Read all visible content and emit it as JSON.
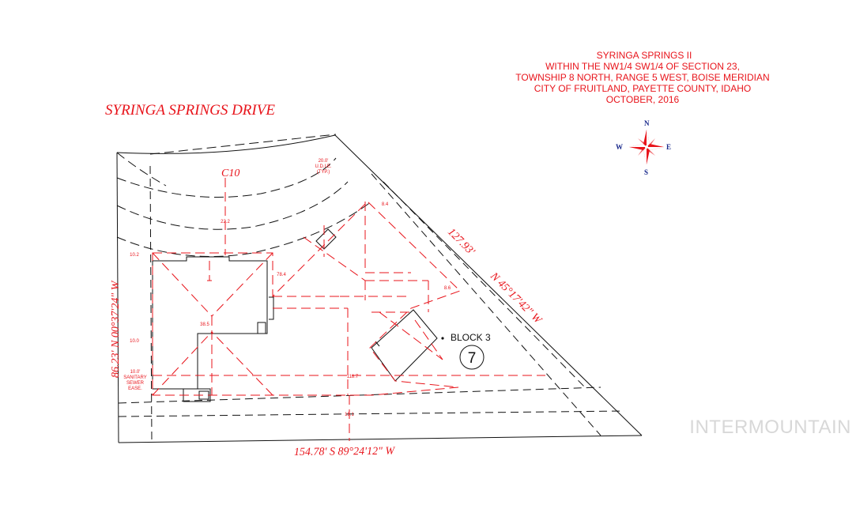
{
  "title_block": {
    "lines": [
      "SYRINGA SPRINGS II",
      "WITHIN THE NW1/4 SW1/4 OF SECTION 23,",
      "TOWNSHIP 8 NORTH, RANGE 5 WEST, BOISE MERIDIAN",
      "CITY OF FRUITLAND, PAYETTE COUNTY, IDAHO",
      "OCTOBER, 2016"
    ]
  },
  "street_name": "SYRINGA SPRINGS DRIVE",
  "curve_label": "C10",
  "compass": {
    "n": "N",
    "s": "S",
    "e": "E",
    "w": "W"
  },
  "bearings": {
    "west": "86.23'  N 00°37'24\" W",
    "northeast_dist": "127.93'",
    "northeast_brg": "N 45°17'42\" W",
    "south": "154.78'  S 89°24'12\" W"
  },
  "block_label": "BLOCK 3",
  "lot_number": "7",
  "dimensions": {
    "d_222": "22.2",
    "d_84": "8.4",
    "d_102": "10.2",
    "d_784": "78.4",
    "d_86": "8.6",
    "d_385": "38.5",
    "d_100": "10.0",
    "d_1187": "118.7",
    "d_151": "15.1"
  },
  "easements": {
    "udie_1": "20.0'",
    "udie_2": "U.D.I.E.",
    "udie_3": "(TYP.)",
    "sewer_1": "10.0'",
    "sewer_2": "SANITARY",
    "sewer_3": "SEWER",
    "sewer_4": "EASE."
  },
  "watermark": "INTERMOUNTAIN",
  "colors": {
    "accent": "#e8141b",
    "linework": "#111111",
    "watermark": "#d8d8d8"
  }
}
